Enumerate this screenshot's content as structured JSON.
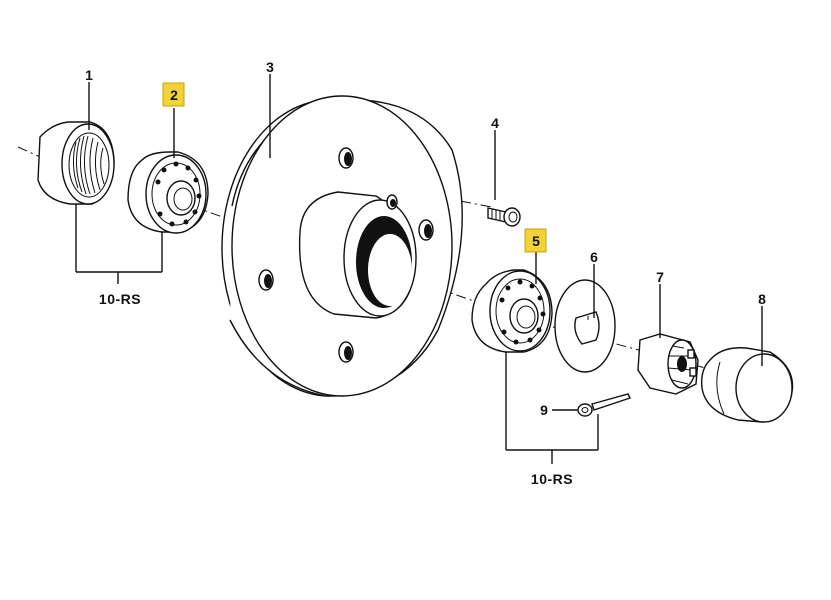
{
  "parts": [
    {
      "id": "p1",
      "number": "1",
      "highlighted": false
    },
    {
      "id": "p2",
      "number": "2",
      "highlighted": true
    },
    {
      "id": "p3",
      "number": "3",
      "highlighted": false
    },
    {
      "id": "p4",
      "number": "4",
      "highlighted": false
    },
    {
      "id": "p5",
      "number": "5",
      "highlighted": true
    },
    {
      "id": "p6",
      "number": "6",
      "highlighted": false
    },
    {
      "id": "p7",
      "number": "7",
      "highlighted": false
    },
    {
      "id": "p8",
      "number": "8",
      "highlighted": false
    },
    {
      "id": "p9",
      "number": "9",
      "highlighted": false
    }
  ],
  "groups": [
    {
      "label": "10-RS"
    },
    {
      "label": "10-RS"
    }
  ],
  "colors": {
    "highlight": "#f1d23a",
    "line": "#111111",
    "background": "#ffffff"
  }
}
